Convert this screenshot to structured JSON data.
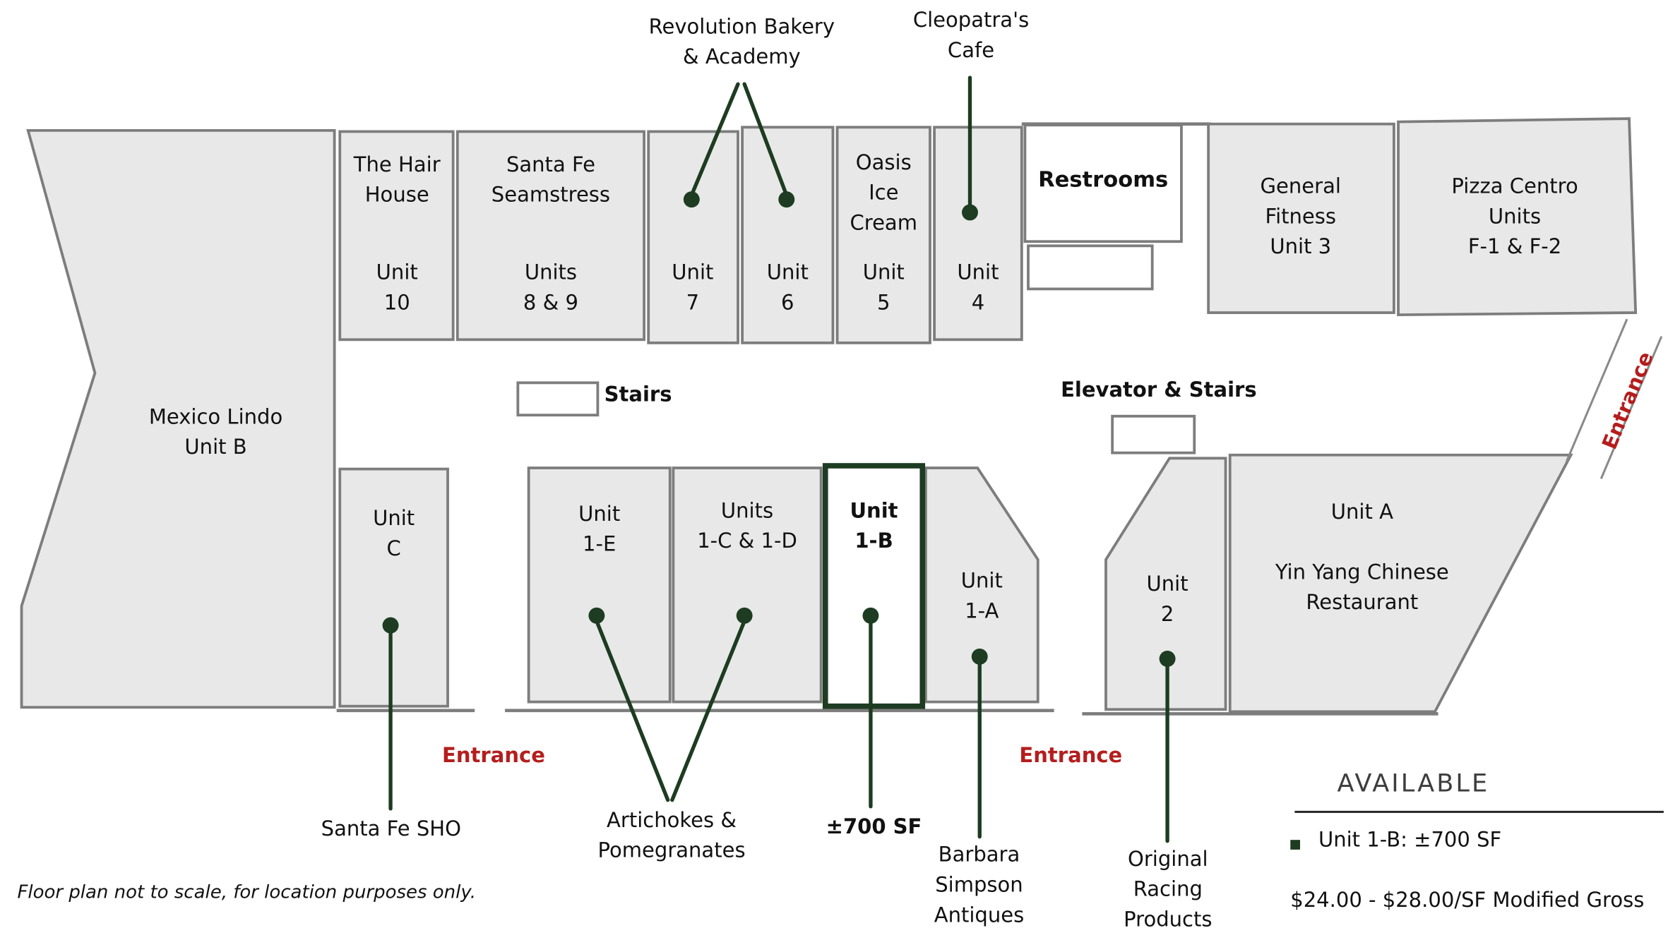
{
  "callouts": {
    "revolution_bakery": "Revolution Bakery\n& Academy",
    "cleopatras_cafe": "Cleopatra's\nCafe",
    "santa_fe_sho": "Santa Fe SHO",
    "artichokes": "Artichokes &\nPomegranates",
    "unit_1b_size": "±700 SF",
    "barbara_simpson": "Barbara\nSimpson\nAntiques",
    "original_racing": "Original\nRacing\nProducts"
  },
  "units": {
    "unit_b": {
      "label": "Mexico Lindo\nUnit B"
    },
    "unit_10": {
      "name": "The Hair\nHouse",
      "number": "Unit\n10"
    },
    "units_8_9": {
      "name": "Santa Fe\nSeamstress",
      "number": "Units\n8 & 9"
    },
    "unit_7": {
      "number": "Unit\n7"
    },
    "unit_6": {
      "number": "Unit\n6"
    },
    "unit_5": {
      "name": "Oasis\nIce\nCream",
      "number": "Unit\n5"
    },
    "unit_4": {
      "number": "Unit\n4"
    },
    "unit_3": {
      "label": "General\nFitness\nUnit 3"
    },
    "units_f1_f2": {
      "label": "Pizza Centro\nUnits\nF-1 & F-2"
    },
    "unit_c": {
      "number": "Unit\nC"
    },
    "unit_1e": {
      "number": "Unit\n1-E"
    },
    "units_1c_1d": {
      "number": "Units\n1-C & 1-D"
    },
    "unit_1b": {
      "number": "Unit\n1-B"
    },
    "unit_1a": {
      "number": "Unit\n1-A"
    },
    "unit_2": {
      "number": "Unit\n2"
    },
    "unit_a": {
      "label": "Unit A\n\nYin Yang Chinese\nRestaurant"
    }
  },
  "landmarks": {
    "restrooms": "Restrooms",
    "stairs": "Stairs",
    "elevator_stairs": "Elevator & Stairs"
  },
  "entrances": {
    "left": "Entrance",
    "middle": "Entrance",
    "right": "Entrance"
  },
  "legend": {
    "title": "AVAILABLE",
    "item": "Unit 1-B: ±700 SF",
    "pricing": "$24.00 - $28.00/SF Modified Gross"
  },
  "footnote": "Floor plan not to scale, for location purposes only.",
  "colors": {
    "accent_green": "#1d3c21",
    "entrance_red": "#b51d1d",
    "unit_fill": "#e8e8e8",
    "wall_gray": "#7d7d7d"
  }
}
